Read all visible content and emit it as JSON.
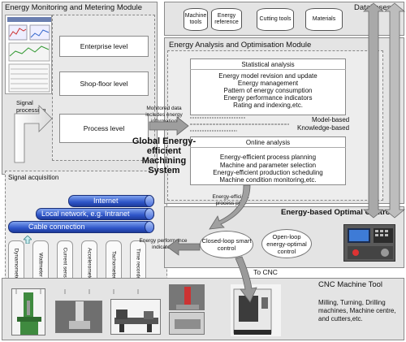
{
  "monitoring": {
    "title": "Energy Monitoring and Metering Module",
    "levels": [
      "Enterprise level",
      "Shop-floor level",
      "Process level"
    ],
    "signal_processing": "Signal processing",
    "signal_acquisition": "Signal acquisition",
    "monitored_note": "Monitored data includes energy information"
  },
  "networks": [
    "Internet",
    "Local network, e.g. Intranet",
    "Cable connection"
  ],
  "sensors": [
    "Dynamometer",
    "Wattmeter",
    "Current sensor",
    "Accelerometer",
    "Tachometer",
    "Time recorder"
  ],
  "center_label": "Global Energy-efficient Machining System",
  "databases": {
    "title": "Databases",
    "items": [
      "Machine tools",
      "Energy reference",
      "Cutting tools",
      "Materials"
    ]
  },
  "analysis": {
    "title": "Energy Analysis and Optimisation Module",
    "statistical_title": "Statistical analysis",
    "statistical_items": [
      "Energy model revision and update",
      "Energy management",
      "Pattern of energy consumption",
      "Energy performance indicators",
      "Rating and indexing,etc."
    ],
    "model_based": "Model-based",
    "knowledge_based": "Knowledge-based",
    "online_title": "Online analysis",
    "online_items": [
      "Energy-efficient process planning",
      "Machine and parameter selection",
      "Energy-efficient production scheduling",
      "Machine condition monitoring,etc."
    ]
  },
  "control": {
    "title": "Energy-based Optimal Control",
    "process_plan": "Energy-efficient process plan",
    "perf_indicators": "Energy performance indicators",
    "closed_loop": "Closed-loop smart control",
    "open_loop": "Open-loop energy-optimal control"
  },
  "cnc": {
    "to_cnc": "To CNC",
    "title": "CNC Machine Tool",
    "desc": "Milling, Turning, Drilling machines, Machine centre, and cutters,etc."
  }
}
